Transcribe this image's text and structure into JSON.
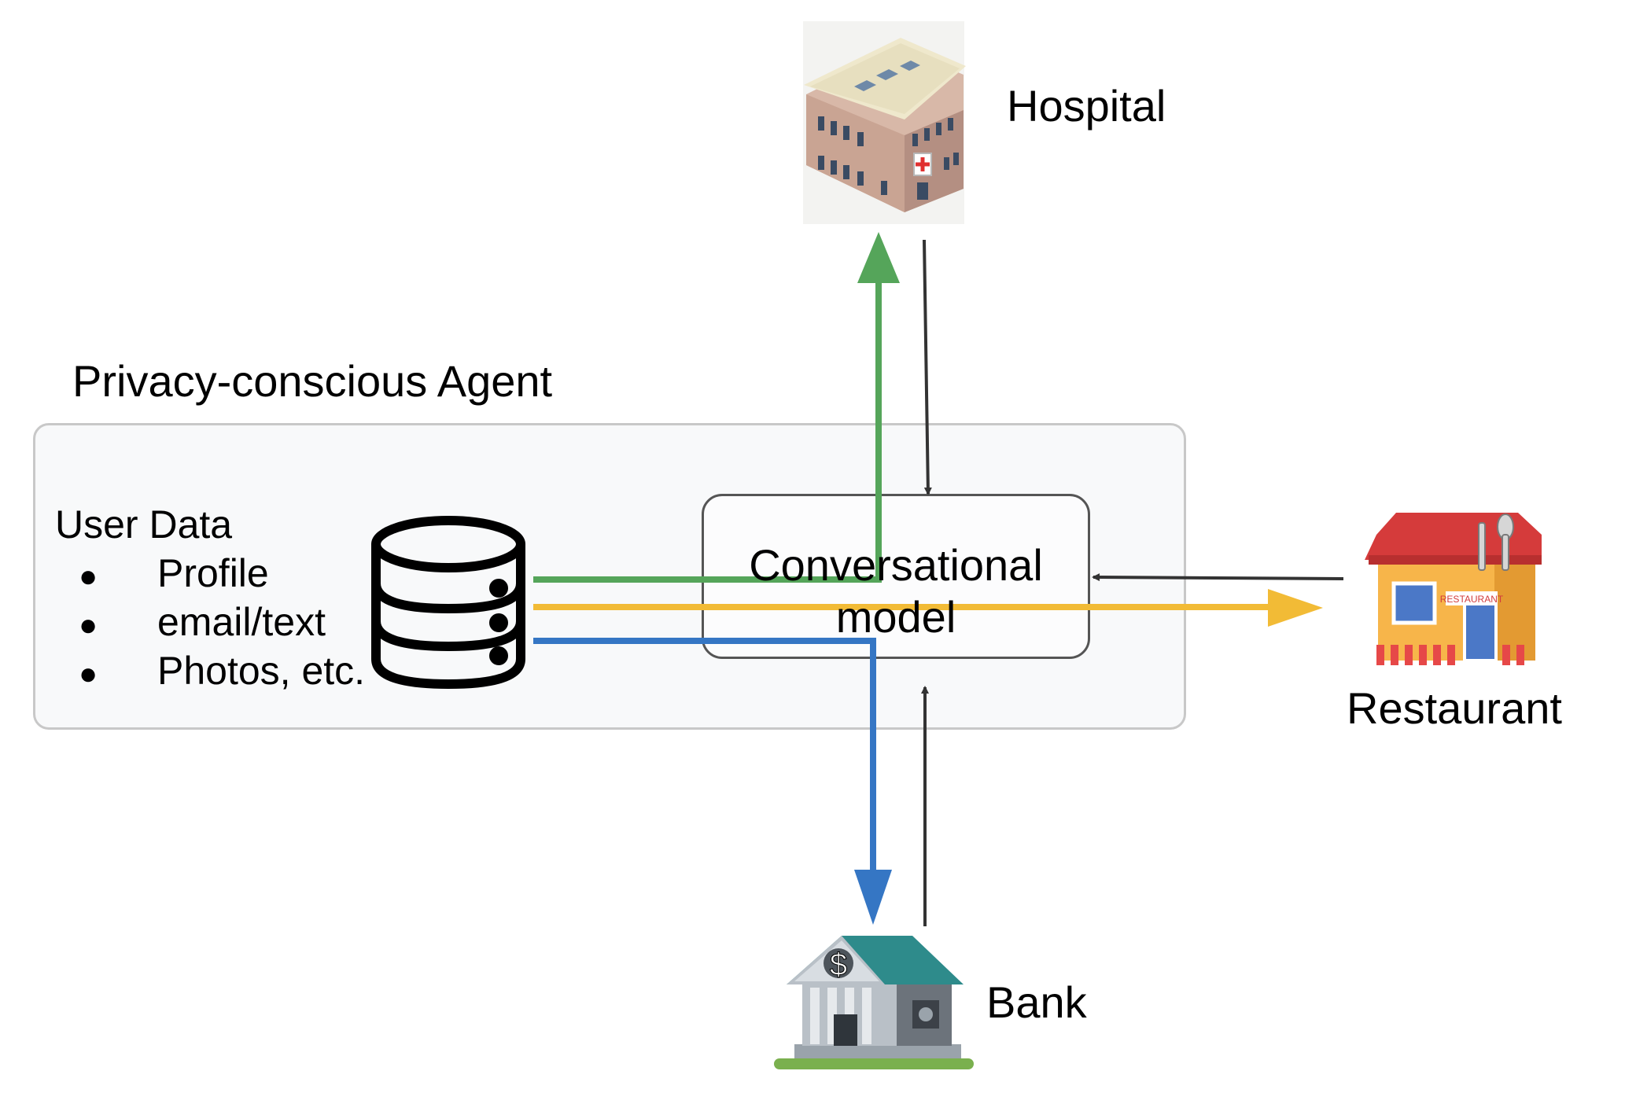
{
  "agent": {
    "title": "Privacy-conscious Agent",
    "user_data": {
      "title": "User Data",
      "items": [
        "Profile",
        "email/text",
        "Photos, etc."
      ],
      "bullet": "●"
    },
    "model": {
      "label": "Conversational model"
    }
  },
  "entities": {
    "hospital": {
      "label": "Hospital",
      "icon": "hospital-icon"
    },
    "restaurant": {
      "label": "Restaurant",
      "icon": "restaurant-icon",
      "sign": "RESTAURANT"
    },
    "bank": {
      "label": "Bank",
      "icon": "bank-icon",
      "sign": "$"
    }
  },
  "colors": {
    "hospital_flow": "#55a55a",
    "restaurant_flow": "#f2bb36",
    "bank_flow": "#3576c4",
    "response_flow": "#333333",
    "agent_box_fill": "#f8f9fa"
  }
}
